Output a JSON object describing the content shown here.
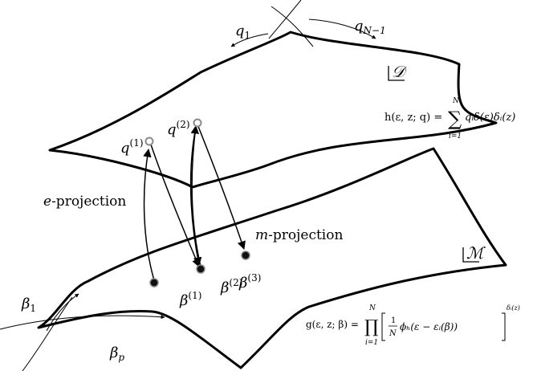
{
  "tangent_labels": {
    "q1": {
      "base": "q",
      "sub": "1"
    },
    "qN1": {
      "base": "q",
      "sub": "N−1"
    },
    "beta1": {
      "base": "β",
      "sub": "1"
    },
    "betap": {
      "base": "β",
      "sub": "p"
    }
  },
  "manifolds": {
    "D": "𝒟",
    "M": "ℳ"
  },
  "points": {
    "q1": {
      "base": "q",
      "sup": "(1)"
    },
    "q2": {
      "base": "q",
      "sup": "(2)"
    },
    "b1": {
      "base": "β",
      "sup": "(1)"
    },
    "b2": {
      "base": "β",
      "sup": "(2)"
    },
    "b3": {
      "base": "β",
      "sup": "(3)"
    }
  },
  "projections": {
    "e": {
      "var": "e",
      "text": "-projection"
    },
    "m": {
      "var": "m",
      "text": "-projection"
    }
  },
  "formulas": {
    "h": {
      "lhs": "h(ε, z; q) = ",
      "sum_top": "N",
      "sum_sym": "∑",
      "sum_bottom": "i=1",
      "body": "qᵢδ(ε)δᵢ(z)"
    },
    "g": {
      "lhs": "g(ε, z; β) = ",
      "prod_top": "N",
      "prod_sym": "∏",
      "prod_bottom": "i=1",
      "frac_num": "1",
      "frac_den": "N",
      "body": "ϕₕ(ε − εᵢ(β))",
      "exponent": "δᵢ(z)"
    }
  }
}
